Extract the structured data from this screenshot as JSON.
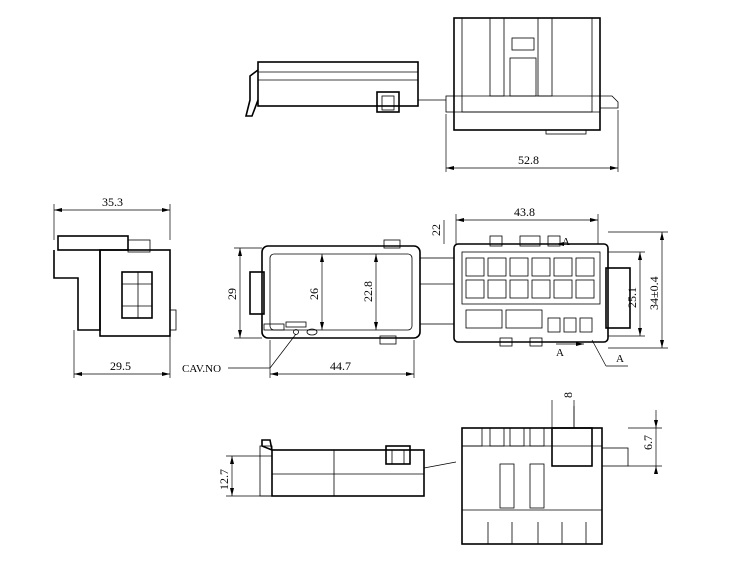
{
  "drawing": {
    "dimensions": {
      "top_width": "52.8",
      "left_width": "35.3",
      "left_bottom": "29.5",
      "front_height": "29",
      "front_inner_height": "26",
      "front_inner_height2": "22.8",
      "front_width": "44.7",
      "right_top_width": "43.8",
      "right_top_offset": "22",
      "right_height": "25.1",
      "right_height_tol": "34±0.4",
      "bottom_height": "12.7",
      "bottom_right_height": "6.7",
      "bottom_slot": "8"
    },
    "labels": {
      "cav_no": "CAV.NO",
      "section_a1": "A",
      "section_a2": "A",
      "section_a3": "A"
    }
  }
}
